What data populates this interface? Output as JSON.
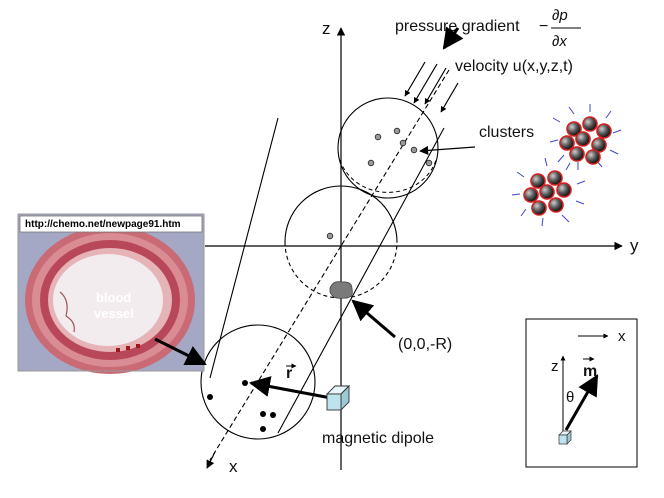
{
  "axes": {
    "z": "z",
    "y": "y",
    "x": "x"
  },
  "labels": {
    "pressure_gradient": "pressure gradient",
    "pressure_formula_num": "∂p",
    "pressure_formula_den": "∂x",
    "pressure_minus": "−",
    "velocity": "velocity u(x,y,z,t)",
    "clusters": "clusters",
    "origin_point": "(0,0,-R)",
    "magnetic_dipole": "magnetic dipole",
    "r_vector": "r",
    "inset_x": "x",
    "inset_z": "z",
    "inset_m": "m",
    "inset_theta": "θ"
  },
  "photo": {
    "url_caption": "http://chemo.net/newpage91.htm",
    "label_line1": "blood",
    "label_line2": "vessel"
  },
  "colors": {
    "cube_fill": "#bfe3ec",
    "cluster_ring": "#d42020",
    "cluster_fiber": "#3f46c8",
    "vessel_wall": "#c9606b",
    "arrow": "#000000"
  }
}
